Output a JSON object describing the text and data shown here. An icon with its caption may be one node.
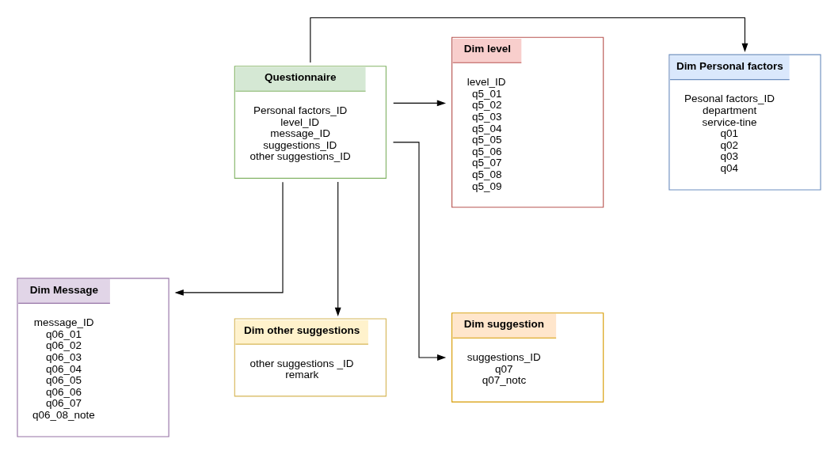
{
  "diagram": {
    "nodes": [
      {
        "text": [
          "Dim Personal factors",
          "Pesonal factors_ID",
          "department",
          "service-tine",
          "q01",
          "q02",
          "q03",
          "q04"
        ]
      },
      {
        "text": [
          "Questionnaire",
          "Personal factors_ID",
          "level_ID",
          "message_ID",
          "suggestions_ID",
          "other suggestions_ID"
        ]
      },
      {
        "text": [
          "Dim level",
          "level_ID",
          "q5_01",
          "q5_02",
          "q5_03",
          "q5_04",
          "q5_05",
          "q5_06",
          "q5_07",
          "q5_08",
          "q5_09"
        ]
      },
      {
        "text": [
          "Dim Message",
          "message_ID",
          "q06_01",
          "q06_02",
          "q06_03",
          "q06_04",
          "q06_05",
          "q06_06",
          "q06_07",
          "q06_08_note"
        ]
      },
      {
        "text": [
          "Dim other suggestions",
          "other suggestions _ID",
          "remark"
        ]
      },
      {
        "text": [
          "Dim suggestion",
          "suggestions_ID",
          "q07",
          "q07_notc"
        ]
      }
    ],
    "edges": [
      {
        "from": 1,
        "to": 0,
        "arrow": "to"
      },
      {
        "from": 1,
        "to": 2,
        "arrow": "to"
      },
      {
        "from": 1,
        "to": 3,
        "arrow": "to"
      },
      {
        "from": 1,
        "to": 4,
        "arrow": "to"
      },
      {
        "from": 1,
        "to": 5,
        "arrow": "to"
      }
    ]
  }
}
